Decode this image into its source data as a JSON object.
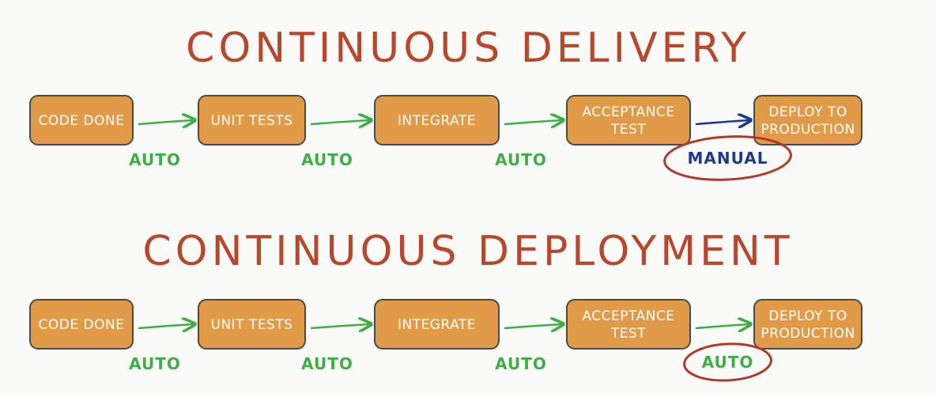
{
  "colors": {
    "title": "#b5482d",
    "box_fill": "#e09a48",
    "box_stroke": "#4a4a4a",
    "box_text": "#ffffff",
    "auto": "#3fae48",
    "manual": "#1d3a8f",
    "circle": "#b03a2a"
  },
  "sections": [
    {
      "id": "delivery",
      "title": "CONTINUOUS DELIVERY",
      "stages": [
        {
          "id": "code-done",
          "lines": [
            "CODE DONE"
          ]
        },
        {
          "id": "unit-tests",
          "lines": [
            "UNIT TESTS"
          ]
        },
        {
          "id": "integrate",
          "lines": [
            "INTEGRATE"
          ]
        },
        {
          "id": "acceptance-test",
          "lines": [
            "ACCEPTANCE",
            "TEST"
          ]
        },
        {
          "id": "deploy-to-production",
          "lines": [
            "DEPLOY TO",
            "PRODUCTION"
          ]
        }
      ],
      "transitions": [
        {
          "label": "AUTO",
          "kind": "auto",
          "circled": false
        },
        {
          "label": "AUTO",
          "kind": "auto",
          "circled": false
        },
        {
          "label": "AUTO",
          "kind": "auto",
          "circled": false
        },
        {
          "label": "MANUAL",
          "kind": "manual",
          "circled": true
        }
      ]
    },
    {
      "id": "deployment",
      "title": "CONTINUOUS DEPLOYMENT",
      "stages": [
        {
          "id": "code-done",
          "lines": [
            "CODE DONE"
          ]
        },
        {
          "id": "unit-tests",
          "lines": [
            "UNIT TESTS"
          ]
        },
        {
          "id": "integrate",
          "lines": [
            "INTEGRATE"
          ]
        },
        {
          "id": "acceptance-test",
          "lines": [
            "ACCEPTANCE",
            "TEST"
          ]
        },
        {
          "id": "deploy-to-production",
          "lines": [
            "DEPLOY TO",
            "PRODUCTION"
          ]
        }
      ],
      "transitions": [
        {
          "label": "AUTO",
          "kind": "auto",
          "circled": false
        },
        {
          "label": "AUTO",
          "kind": "auto",
          "circled": false
        },
        {
          "label": "AUTO",
          "kind": "auto",
          "circled": false
        },
        {
          "label": "AUTO",
          "kind": "auto",
          "circled": true
        }
      ]
    }
  ]
}
